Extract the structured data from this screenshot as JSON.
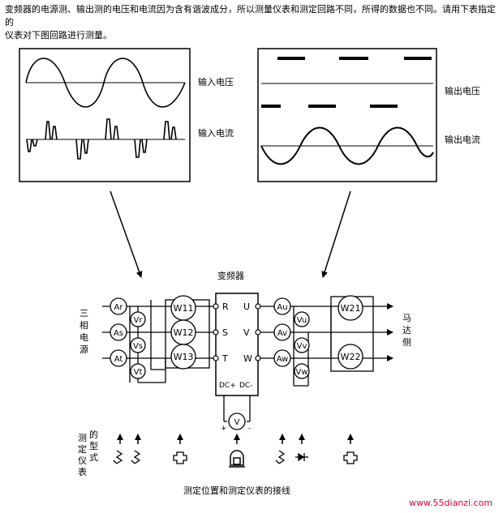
{
  "intro": {
    "line1": "变频器的电源测、输出测的电压和电流因为含有谐波成分，所以测量仪表和测定回路不同，所得的数据也不同。请用下表指定的",
    "line2": "仪表对下图回路进行测量。"
  },
  "waveforms": {
    "input_voltage": "输入电压",
    "input_current": "输入电流",
    "output_voltage": "输出电压",
    "output_current": "输出电流"
  },
  "inverter": {
    "title": "变频器",
    "terminals_in": [
      "R",
      "S",
      "T"
    ],
    "terminals_out": [
      "U",
      "V",
      "W"
    ],
    "dc_pos": "DC+",
    "dc_neg": "DC-",
    "plus": "+",
    "minus": "-"
  },
  "left_label": [
    "三",
    "相",
    "电",
    "源"
  ],
  "right_label": [
    "马",
    "达",
    "侧"
  ],
  "meters": {
    "ammeters_in": [
      "Ar",
      "As",
      "At"
    ],
    "voltmeters_in": [
      "Vr",
      "Vs",
      "Vt"
    ],
    "wattmeters_in": [
      "W11",
      "W12",
      "W13"
    ],
    "ammeters_out": [
      "Au",
      "Av",
      "Aw"
    ],
    "voltmeters_out": [
      "Vu",
      "Vv",
      "Vw"
    ],
    "wattmeters_out": [
      "W21",
      "W22"
    ],
    "dc_voltmeter": "V"
  },
  "legend": {
    "col1": [
      "测",
      "定",
      "仪",
      "表"
    ],
    "col2": [
      "的",
      "型",
      "式"
    ]
  },
  "caption": "测定位置和测定仪表的接线",
  "watermark": "www.55dianzi.com"
}
